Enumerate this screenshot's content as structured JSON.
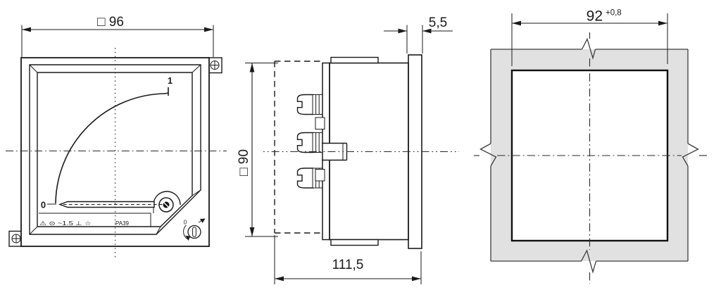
{
  "views": {
    "front": {
      "dimension_width": "□ 96",
      "scale_zero": "0",
      "scale_one": "1",
      "dial_markings": "⚠ ⊙ ~1.5 ⊥ ☆",
      "model": "PA39",
      "zero_adjust_label": "0"
    },
    "side": {
      "dimension_height": "□ 90",
      "dimension_depth": "111,5",
      "dimension_bezel": "5,5"
    },
    "panel_cutout": {
      "dimension_value": "92",
      "dimension_tolerance": "+0,8"
    }
  },
  "colors": {
    "line": "#1a1a1a",
    "panel_fill": "#e1e1e1",
    "panel_edge": "#3c3c3c",
    "background": "#ffffff"
  }
}
